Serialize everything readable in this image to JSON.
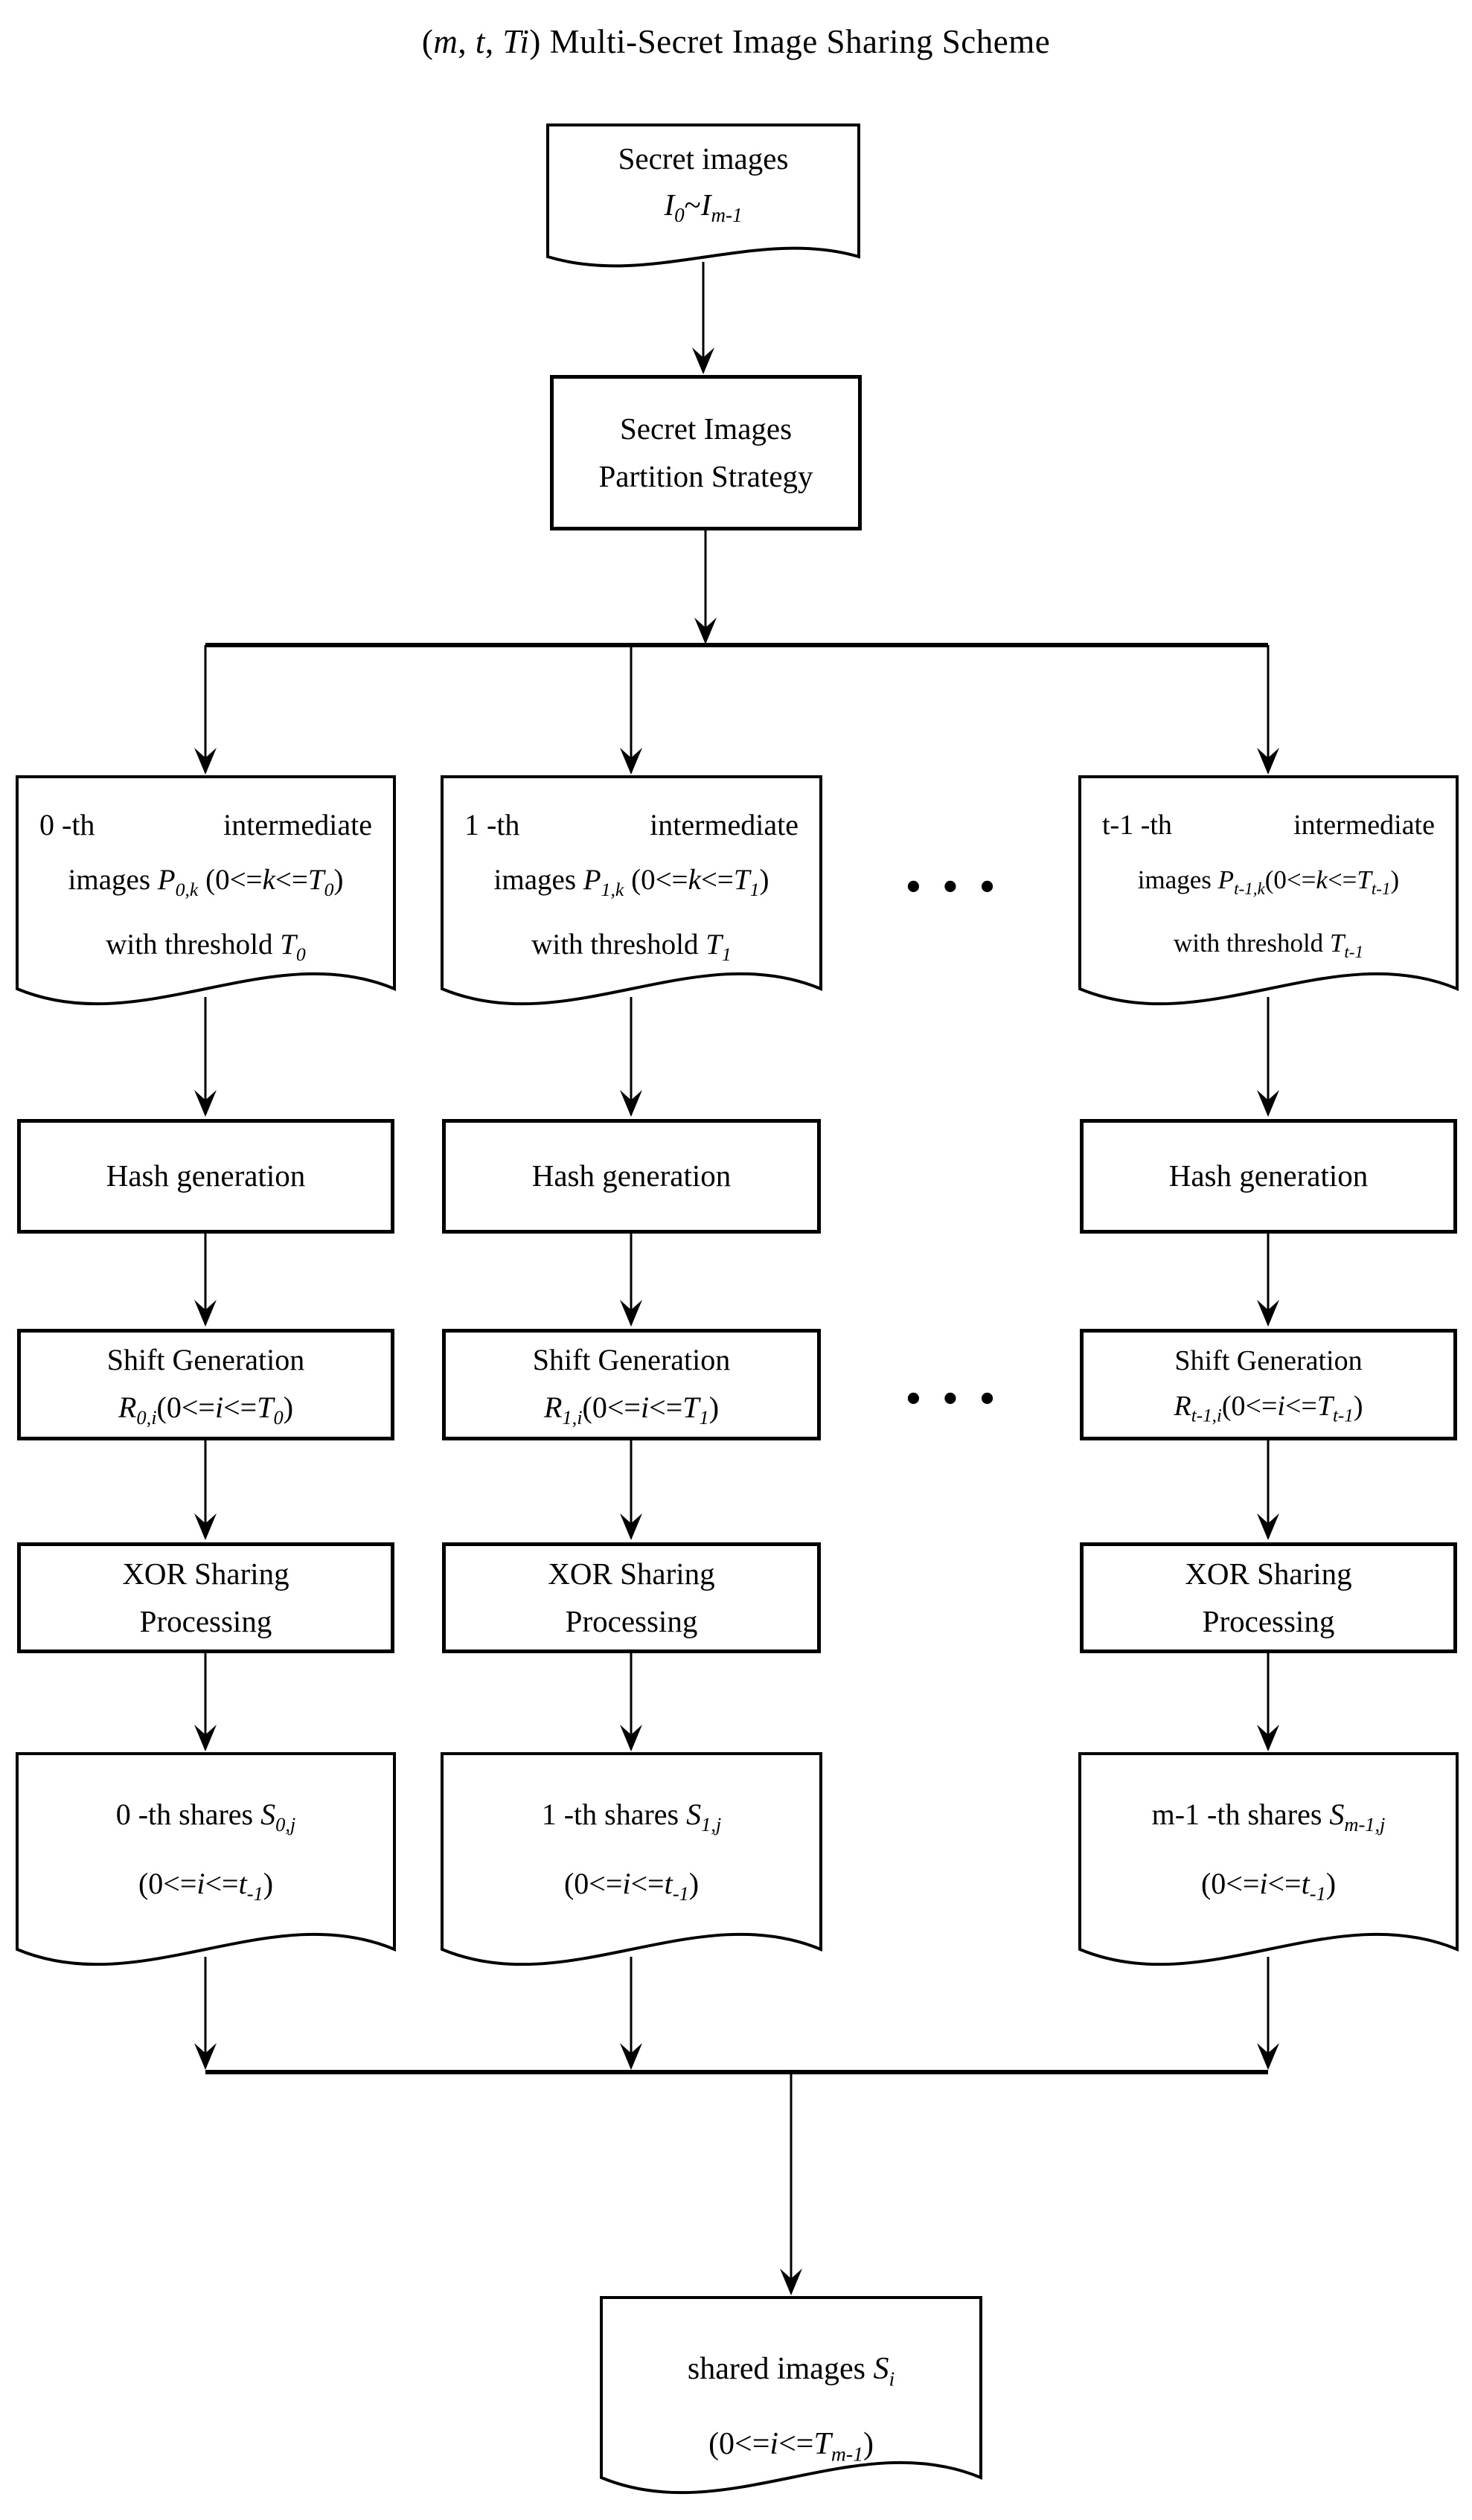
{
  "colors": {
    "ink": "#000000",
    "paper": "#ffffff"
  },
  "title_runs": [
    {
      "t": "("
    },
    {
      "t": "m",
      "i": true
    },
    {
      "t": ", "
    },
    {
      "t": "t",
      "i": true
    },
    {
      "t": ", "
    },
    {
      "t": "Ti",
      "i": true
    },
    {
      "t": ") Multi-Secret Image Sharing Scheme"
    }
  ],
  "nodes": {
    "secret_images": {
      "line1": "Secret images",
      "formula_runs": [
        {
          "t": "I",
          "i": true
        },
        {
          "t": "0",
          "i": true,
          "s": true
        },
        {
          "t": "~"
        },
        {
          "t": "I",
          "i": true
        },
        {
          "t": "m-1",
          "i": true,
          "s": true
        }
      ]
    },
    "partition": {
      "line1": "Secret Images",
      "line2": "Partition Strategy"
    },
    "ellipsis": "•••",
    "columns": [
      {
        "intermediate": {
          "index_label": "0 -th",
          "word": "intermediate",
          "formula_runs": [
            {
              "t": "images "
            },
            {
              "t": "P",
              "i": true
            },
            {
              "t": "0,k",
              "i": true,
              "s": true
            },
            {
              "t": " (0<="
            },
            {
              "t": "k",
              "i": true
            },
            {
              "t": "<="
            },
            {
              "t": "T",
              "i": true
            },
            {
              "t": "0",
              "i": true,
              "s": true
            },
            {
              "t": ")"
            }
          ],
          "threshold_runs": [
            {
              "t": "with threshold "
            },
            {
              "t": "T",
              "i": true
            },
            {
              "t": "0",
              "i": true,
              "s": true
            }
          ]
        },
        "hash_label": "Hash generation",
        "shift": {
          "line1": "Shift Generation",
          "formula_runs": [
            {
              "t": "R",
              "i": true
            },
            {
              "t": "0,i",
              "i": true,
              "s": true
            },
            {
              "t": "(0<="
            },
            {
              "t": "i",
              "i": true
            },
            {
              "t": "<="
            },
            {
              "t": "T",
              "i": true
            },
            {
              "t": "0",
              "i": true,
              "s": true
            },
            {
              "t": ")"
            }
          ]
        },
        "xor": {
          "line1": "XOR Sharing",
          "line2": "Processing"
        },
        "shares": {
          "title_runs": [
            {
              "t": "0 -th shares "
            },
            {
              "t": "S",
              "i": true
            },
            {
              "t": "0,j",
              "i": true,
              "s": true
            }
          ],
          "range_runs": [
            {
              "t": "(0<="
            },
            {
              "t": "i",
              "i": true
            },
            {
              "t": "<="
            },
            {
              "t": "t",
              "i": true
            },
            {
              "t": "-1",
              "i": true,
              "s": true
            },
            {
              "t": ")"
            }
          ]
        }
      },
      {
        "intermediate": {
          "index_label": "1 -th",
          "word": "intermediate",
          "formula_runs": [
            {
              "t": "images "
            },
            {
              "t": "P",
              "i": true
            },
            {
              "t": "1,k",
              "i": true,
              "s": true
            },
            {
              "t": " (0<="
            },
            {
              "t": "k",
              "i": true
            },
            {
              "t": "<="
            },
            {
              "t": "T",
              "i": true
            },
            {
              "t": "1",
              "i": true,
              "s": true
            },
            {
              "t": ")"
            }
          ],
          "threshold_runs": [
            {
              "t": "with threshold "
            },
            {
              "t": "T",
              "i": true
            },
            {
              "t": "1",
              "i": true,
              "s": true
            }
          ]
        },
        "hash_label": "Hash generation",
        "shift": {
          "line1": "Shift Generation",
          "formula_runs": [
            {
              "t": "R",
              "i": true
            },
            {
              "t": "1,i",
              "i": true,
              "s": true
            },
            {
              "t": "(0<="
            },
            {
              "t": "i",
              "i": true
            },
            {
              "t": "<="
            },
            {
              "t": "T",
              "i": true
            },
            {
              "t": "1",
              "i": true,
              "s": true
            },
            {
              "t": ")"
            }
          ]
        },
        "xor": {
          "line1": "XOR Sharing",
          "line2": "Processing"
        },
        "shares": {
          "title_runs": [
            {
              "t": "1 -th shares "
            },
            {
              "t": "S",
              "i": true
            },
            {
              "t": "1,j",
              "i": true,
              "s": true
            }
          ],
          "range_runs": [
            {
              "t": "(0<="
            },
            {
              "t": "i",
              "i": true
            },
            {
              "t": "<="
            },
            {
              "t": "t",
              "i": true
            },
            {
              "t": "-1",
              "i": true,
              "s": true
            },
            {
              "t": ")"
            }
          ]
        }
      },
      {
        "intermediate": {
          "index_label": "t-1 -th",
          "word": "intermediate",
          "formula_runs": [
            {
              "t": "images "
            },
            {
              "t": "P",
              "i": true
            },
            {
              "t": "t-1,k",
              "i": true,
              "s": true
            },
            {
              "t": "(0<="
            },
            {
              "t": "k",
              "i": true
            },
            {
              "t": "<="
            },
            {
              "t": "T",
              "i": true
            },
            {
              "t": "t-1",
              "i": true,
              "s": true
            },
            {
              "t": ")"
            }
          ],
          "threshold_runs": [
            {
              "t": "with threshold "
            },
            {
              "t": "T",
              "i": true
            },
            {
              "t": "t-1",
              "i": true,
              "s": true
            }
          ]
        },
        "hash_label": "Hash generation",
        "shift": {
          "line1": "Shift Generation",
          "formula_runs": [
            {
              "t": "R",
              "i": true
            },
            {
              "t": "t-1,i",
              "i": true,
              "s": true
            },
            {
              "t": "(0<="
            },
            {
              "t": "i",
              "i": true
            },
            {
              "t": "<="
            },
            {
              "t": "T",
              "i": true
            },
            {
              "t": "t-1",
              "i": true,
              "s": true
            },
            {
              "t": ")"
            }
          ]
        },
        "xor": {
          "line1": "XOR Sharing",
          "line2": "Processing"
        },
        "shares": {
          "title_runs": [
            {
              "t": "m-1 -th shares "
            },
            {
              "t": "S",
              "i": true
            },
            {
              "t": "m-1,j",
              "i": true,
              "s": true
            }
          ],
          "range_runs": [
            {
              "t": "(0<="
            },
            {
              "t": "i",
              "i": true
            },
            {
              "t": "<="
            },
            {
              "t": "t",
              "i": true
            },
            {
              "t": "-1",
              "i": true,
              "s": true
            },
            {
              "t": ")"
            }
          ]
        }
      }
    ],
    "shared_images": {
      "title_runs": [
        {
          "t": "shared images "
        },
        {
          "t": "S",
          "i": true
        },
        {
          "t": "i",
          "i": true,
          "s": true
        }
      ],
      "range_runs": [
        {
          "t": "(0<="
        },
        {
          "t": "i",
          "i": true
        },
        {
          "t": "<="
        },
        {
          "t": "T",
          "i": true
        },
        {
          "t": "m-1",
          "i": true,
          "s": true
        },
        {
          "t": ")"
        }
      ]
    }
  }
}
